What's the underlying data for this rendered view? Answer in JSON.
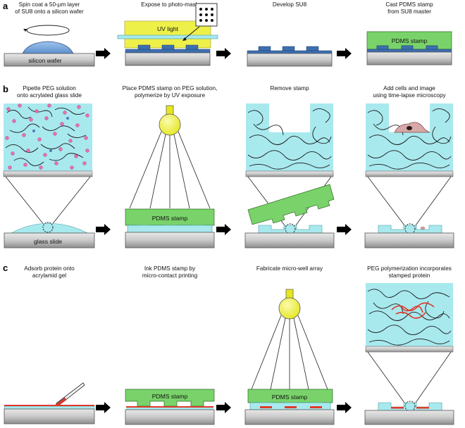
{
  "panels": {
    "a": {
      "letter": "a",
      "captions": [
        [
          "Spin coat a 50-μm layer",
          "of SU8 onto a silicon wafer"
        ],
        [
          "Expose to photo-mask"
        ],
        [
          "Develop SU8"
        ],
        [
          "Cast PDMS stamp",
          "from SU8 master"
        ]
      ],
      "labels": {
        "silicon_wafer": "silicon wafer",
        "uv_light": "UV light",
        "pdms_stamp": "PDMS stamp"
      }
    },
    "b": {
      "letter": "b",
      "captions": [
        [
          "Pipette PEG solution",
          "onto acrylated glass slide"
        ],
        [
          "Place PDMS stamp on PEG solution,",
          "polymerize by UV exposure"
        ],
        [
          "Remove stamp"
        ],
        [
          "Add cells and image",
          "using time-lapse microscopy"
        ]
      ],
      "labels": {
        "glass_slide": "glass slide",
        "pdms_stamp": "PDMS stamp"
      }
    },
    "c": {
      "letter": "c",
      "captions": [
        [
          "Adsorb protein onto",
          "acrylamid gel"
        ],
        [
          "Ink PDMS stamp by",
          "micro-contact printing"
        ],
        [
          "Fabricate micro-well array"
        ],
        [
          "PEG polymerization incorporates",
          "stamped protein"
        ]
      ],
      "labels": {
        "pdms_stamp_1": "PDMS stamp",
        "pdms_stamp_2": "PDMS stamp"
      }
    }
  },
  "colors": {
    "substrate": "#c4c4c4",
    "su8": "#3d6fb0",
    "pdms": "#79d36a",
    "peg": "#a8e9ee",
    "uv": "#eef04a",
    "protein": "#e0392a",
    "cell": "#d8a7a7"
  },
  "icons": [
    "rotation-arrow-icon",
    "photomask-icon",
    "uv-lamp-icon",
    "step-arrow-icon",
    "pipette-icon",
    "magnifier-circle-icon"
  ]
}
